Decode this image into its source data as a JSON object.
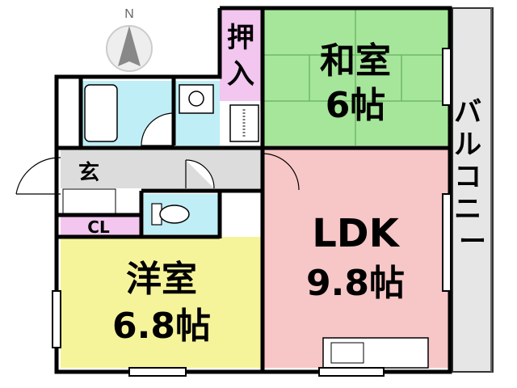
{
  "compass": {
    "north_label": "N"
  },
  "rooms": {
    "washitsu": {
      "name": "和室",
      "size": "6帖",
      "color": "#a6e69a"
    },
    "ldk": {
      "name": "LDK",
      "size": "9.8帖",
      "color": "#f7c6c6"
    },
    "youshitsu": {
      "name": "洋室",
      "size": "6.8帖",
      "color": "#f6f49a"
    },
    "oshiire": {
      "name": "押入",
      "color": "#f2c6ee"
    },
    "closet": {
      "name": "CL",
      "color": "#f2c6ee"
    },
    "genkan": {
      "name": "玄"
    },
    "balcony": {
      "name": "バルコニー"
    }
  },
  "colors": {
    "wet_area": "#bfeef6",
    "corridor": "#dcdcdc",
    "wall": "#000000"
  }
}
